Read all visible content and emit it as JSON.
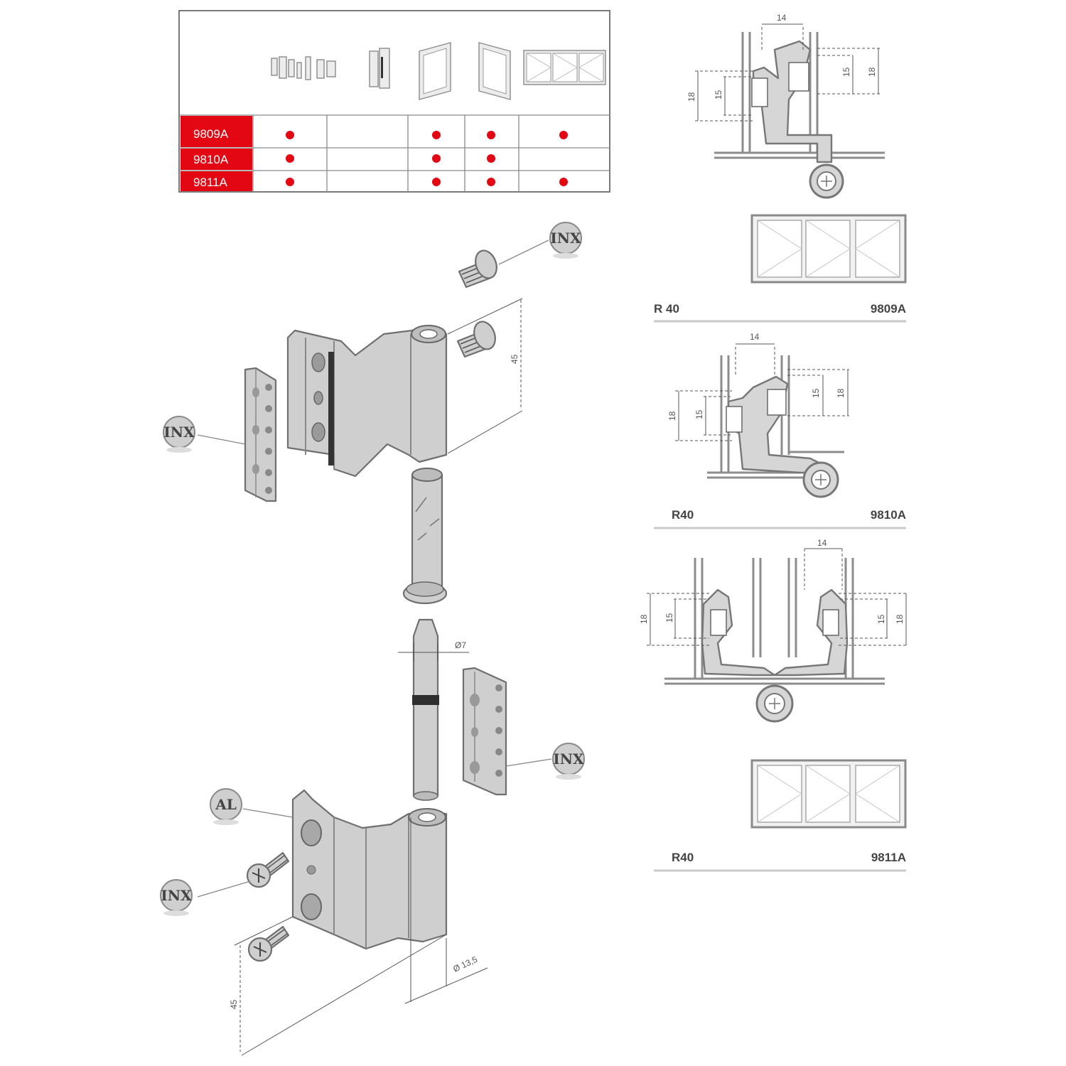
{
  "table": {
    "columns": [
      "hinge-parts-icon",
      "hinge-single-icon",
      "door-left-icon",
      "door-right-icon",
      "three-panel-window-icon"
    ],
    "rows": [
      {
        "code": "9809A",
        "marks": [
          true,
          false,
          true,
          true,
          true
        ]
      },
      {
        "code": "9810A",
        "marks": [
          true,
          false,
          true,
          true,
          false
        ]
      },
      {
        "code": "9811A",
        "marks": [
          true,
          false,
          true,
          true,
          true
        ]
      }
    ],
    "accent_color": "#e30613"
  },
  "exploded": {
    "badges": {
      "screw_top": "INX",
      "plate_left": "INX",
      "plate_right": "INX",
      "leaf_material": "AL",
      "screw_bottom": "INX"
    },
    "dims": {
      "upper_leaf": "45",
      "pin": "Ø7",
      "lower_leaf": "45",
      "knuckle": "Ø 13,5"
    }
  },
  "sections": [
    {
      "series": "R 40",
      "code": "9809A",
      "dims": {
        "top": "14",
        "inner_a": "15",
        "inner_b": "18",
        "left_a": "18",
        "left_b": "15"
      }
    },
    {
      "series": "R40",
      "code": "9810A",
      "dims": {
        "top": "14",
        "inner_a": "15",
        "inner_b": "18",
        "left_a": "18",
        "left_b": "15"
      }
    },
    {
      "series": "R40",
      "code": "9811A",
      "dims": {
        "top": "14",
        "left_a": "18",
        "left_b": "15",
        "right_a": "15",
        "right_b": "18"
      }
    }
  ]
}
